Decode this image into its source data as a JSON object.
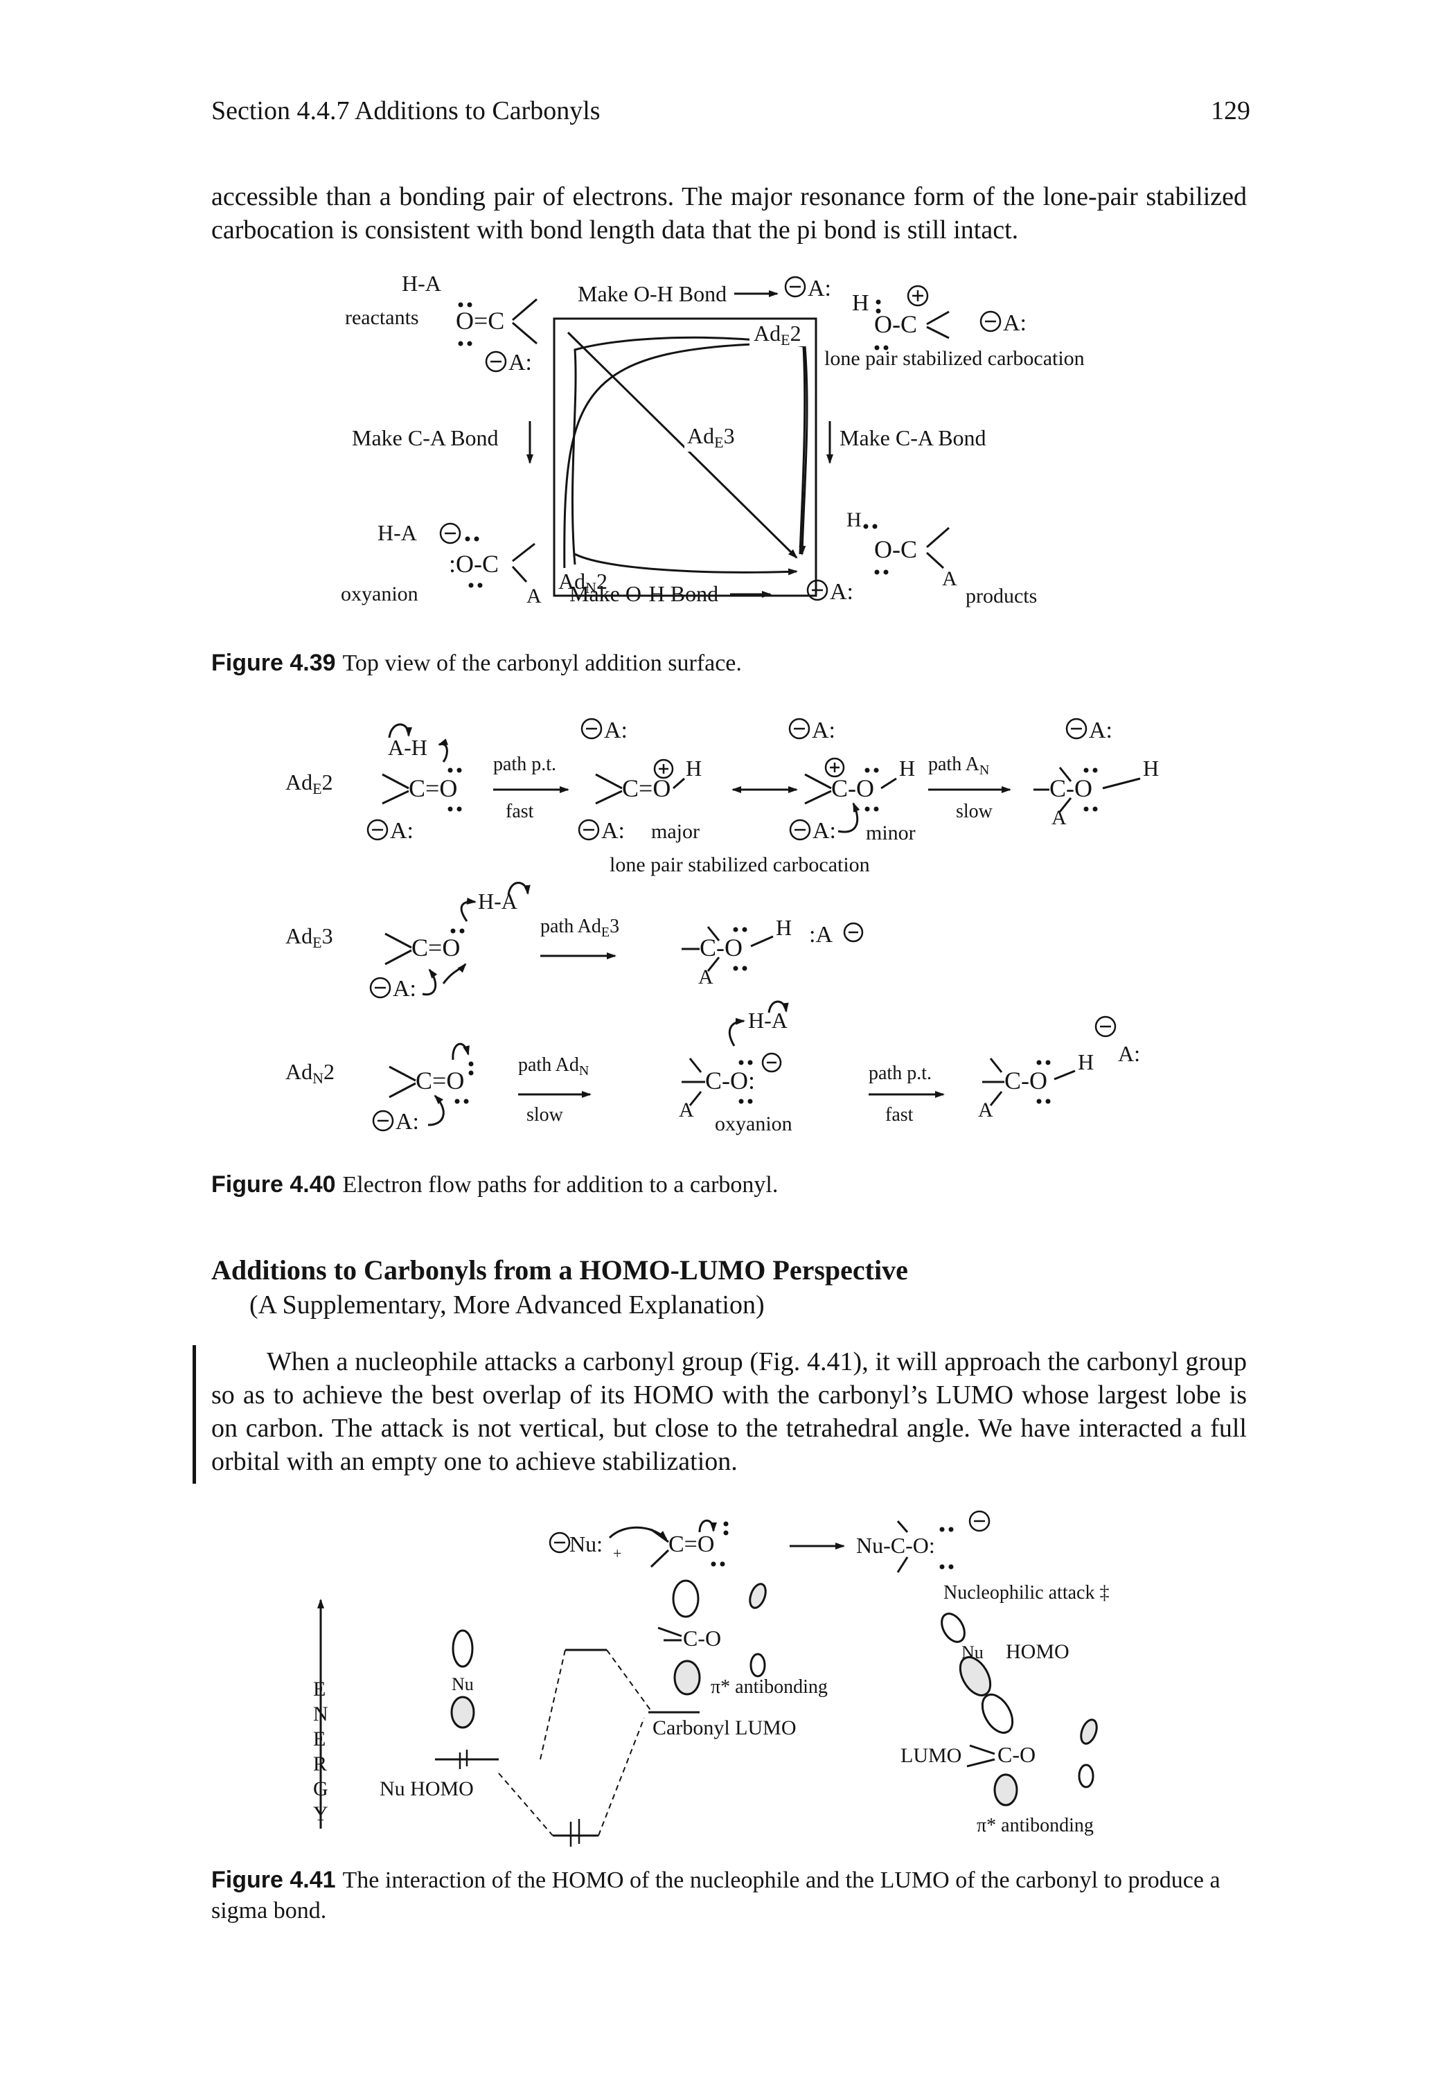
{
  "header": {
    "section_title": "Section 4.4.7 Additions to Carbonyls",
    "page_number": "129"
  },
  "intro_text": "accessible than a bonding pair of electrons. The major resonance form of the lone-pair stabilized carbocation is consistent with bond length data that the pi bond is still intact.",
  "fig39": {
    "caption_label": "Figure 4.39",
    "caption_text": "Top view of the carbonyl addition surface.",
    "labels": {
      "reactants": "reactants",
      "ha_top": "H-A",
      "make_oh_top": "Make O-H Bond",
      "make_ca_left": "Make C-A Bond",
      "make_ca_right": "Make C-A Bond",
      "make_oh_bottom": "Make O-H Bond",
      "lone_pair": "lone pair stabilized carbocation",
      "ha_bottom": "H-A",
      "oxyanion": "oxyanion",
      "products": "products",
      "ade2": "AdE2",
      "ade3": "AdE3",
      "adn2": "AdN2",
      "anion": "A:",
      "atom_a": "A",
      "atom_h": "H"
    }
  },
  "fig40": {
    "caption_label": "Figure 4.40",
    "caption_text": "Electron flow paths for addition to a carbonyl.",
    "rows": [
      {
        "name": "AdE2",
        "step1_top": "path p.t.",
        "step1_bottom": "fast",
        "step2_top": "path AN",
        "step2_bottom": "slow",
        "major": "major",
        "minor": "minor",
        "note": "lone pair stabilized carbocation"
      },
      {
        "name": "AdE3",
        "step1_top": "path AdE3",
        "ha": "H-A",
        "anion": ":A"
      },
      {
        "name": "AdN2",
        "step1_top": "path AdN",
        "step1_bottom": "slow",
        "step2_top": "path p.t.",
        "step2_bottom": "fast",
        "oxyanion": "oxyanion"
      }
    ]
  },
  "section": {
    "heading": "Additions to Carbonyls from a HOMO-LUMO Perspective",
    "subheading": "(A Supplementary, More Advanced Explanation)",
    "body": "When a nucleophile attacks a carbonyl group (Fig. 4.41), it will approach the carbonyl group so as to achieve the best overlap of its HOMO with the carbonyl’s LUMO whose largest lobe is on carbon. The attack is not vertical, but close to the tetrahedral angle. We have interacted a full orbital with an empty one to achieve stabilization."
  },
  "fig41": {
    "caption_label": "Figure 4.41",
    "caption_text": "The interaction of the HOMO of the nucleophile and the LUMO of the carbonyl to produce a sigma bond.",
    "energy_letters": [
      "E",
      "N",
      "E",
      "R",
      "G",
      "Y"
    ],
    "nu_homo": "Nu HOMO",
    "pi_antibonding": "π* antibonding",
    "carbonyl_lumo": "Carbonyl LUMO",
    "nucleophilic_attack": "Nucleophilic attack ‡",
    "homo": "HOMO",
    "lumo": "LUMO",
    "pi_antibonding_2": "π* antibonding",
    "nu": "Nu"
  }
}
